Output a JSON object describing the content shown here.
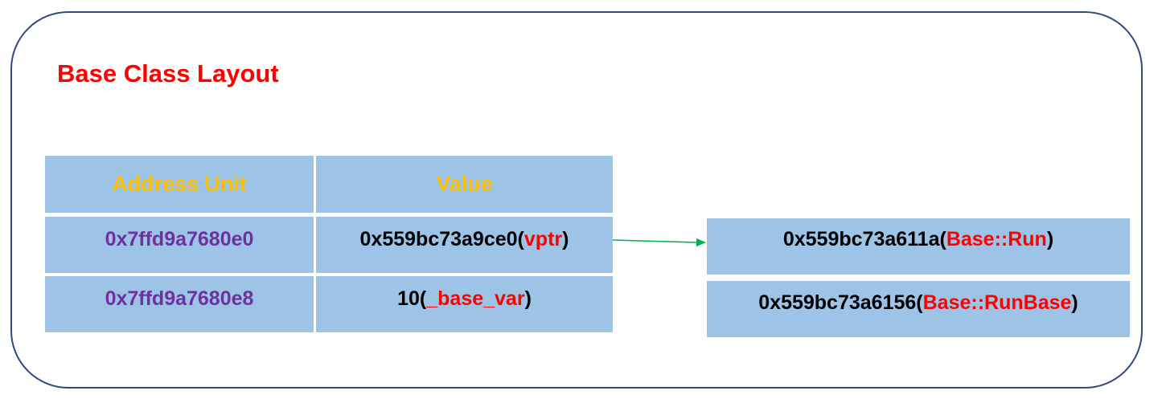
{
  "title": "Base Class Layout",
  "table": {
    "headers": {
      "address": "Address Unit",
      "value": "Value"
    },
    "rows": [
      {
        "address": "0x7ffd9a7680e0",
        "value_prefix": "0x559bc73a9ce0(",
        "value_name": "vptr",
        "value_suffix": ")"
      },
      {
        "address": "0x7ffd9a7680e8",
        "value_prefix": "10(",
        "value_name": "_base_var",
        "value_suffix": ")"
      }
    ]
  },
  "vtable": [
    {
      "prefix": "0x559bc73a611a(",
      "name": "Base::Run",
      "suffix": ")"
    },
    {
      "prefix": "0x559bc73a6156(",
      "name": "Base::RunBase",
      "suffix": ")"
    }
  ],
  "colors": {
    "cell_fill": "#9dc3e6",
    "header_text": "#ffc000",
    "address_text": "#7030a0",
    "highlight_text": "#ff0000",
    "frame_border": "#2f4a7d",
    "arrow": "#00b050"
  }
}
